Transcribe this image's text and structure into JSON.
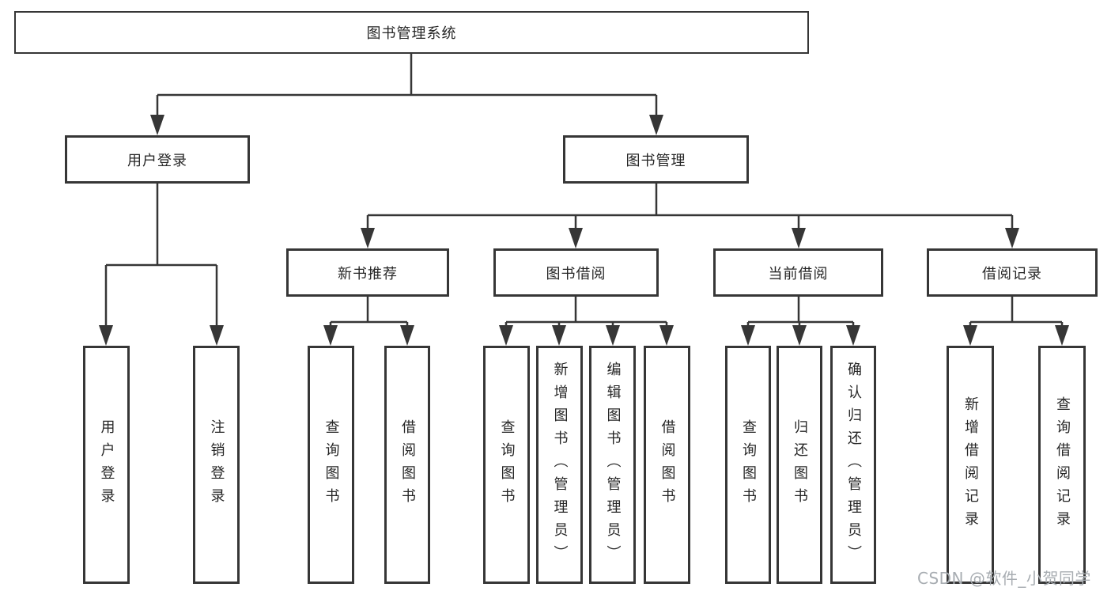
{
  "tree": {
    "root": {
      "label": "图书管理系统"
    },
    "children": [
      {
        "label": "用户登录",
        "children": [
          {
            "label": "用户登录"
          },
          {
            "label": "注销登录"
          }
        ]
      },
      {
        "label": "图书管理",
        "children": [
          {
            "label": "新书推荐",
            "children": [
              {
                "label": "查询图书"
              },
              {
                "label": "借阅图书"
              }
            ]
          },
          {
            "label": "图书借阅",
            "children": [
              {
                "label": "查询图书"
              },
              {
                "label": "新增图书（管理员）"
              },
              {
                "label": "编辑图书（管理员）"
              },
              {
                "label": "借阅图书"
              }
            ]
          },
          {
            "label": "当前借阅",
            "children": [
              {
                "label": "查询图书"
              },
              {
                "label": "归还图书"
              },
              {
                "label": "确认归还（管理员）"
              }
            ]
          },
          {
            "label": "借阅记录",
            "children": [
              {
                "label": "新增借阅记录"
              },
              {
                "label": "查询借阅记录"
              }
            ]
          }
        ]
      }
    ]
  },
  "watermark": {
    "text": "CSDN @软件_小贺同学"
  },
  "colors": {
    "line": "#363636",
    "text": "#262626",
    "watermark": "#a8adb2",
    "background": "#ffffff"
  }
}
